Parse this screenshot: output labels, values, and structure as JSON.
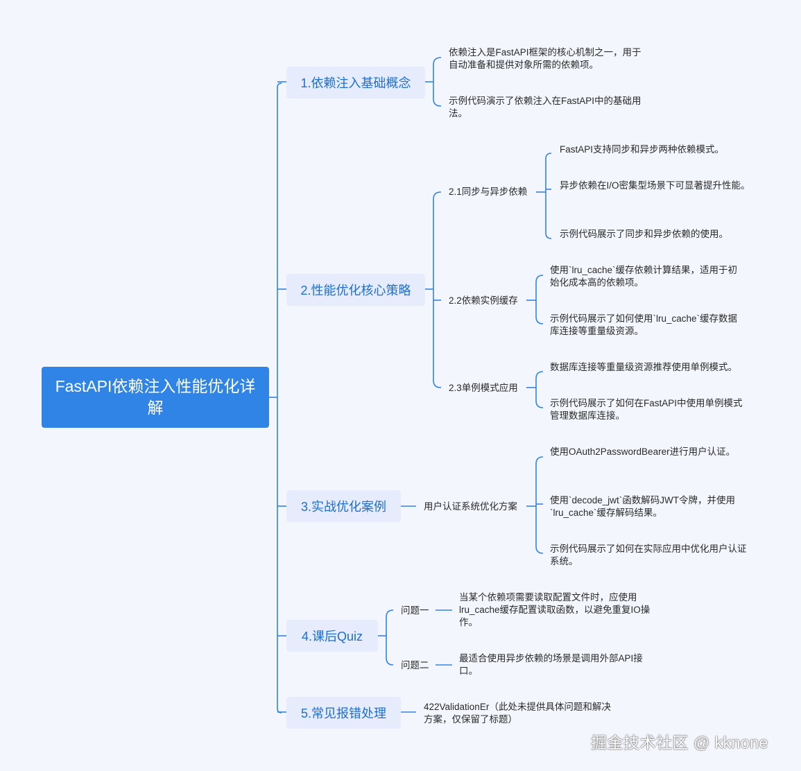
{
  "root": {
    "title": "FastAPI依赖注入性能优化详解"
  },
  "branches": [
    {
      "label": "1.依赖注入基础概念",
      "leaves": [
        "依赖注入是FastAPI框架的核心机制之一，用于自动准备和提供对象所需的依赖项。",
        "示例代码演示了依赖注入在FastAPI中的基础用法。"
      ]
    },
    {
      "label": "2.性能优化核心策略",
      "subs": [
        {
          "label": "2.1同步与异步依赖",
          "leaves": [
            "FastAPI支持同步和异步两种依赖模式。",
            "异步依赖在I/O密集型场景下可显著提升性能。",
            "示例代码展示了同步和异步依赖的使用。"
          ]
        },
        {
          "label": "2.2依赖实例缓存",
          "leaves": [
            "使用`lru_cache`缓存依赖计算结果，适用于初始化成本高的依赖项。",
            "示例代码展示了如何使用`lru_cache`缓存数据库连接等重量级资源。"
          ]
        },
        {
          "label": "2.3单例模式应用",
          "leaves": [
            "数据库连接等重量级资源推荐使用单例模式。",
            "示例代码展示了如何在FastAPI中使用单例模式管理数据库连接。"
          ]
        }
      ]
    },
    {
      "label": "3.实战优化案例",
      "subs": [
        {
          "label": "用户认证系统优化方案",
          "leaves": [
            "使用OAuth2PasswordBearer进行用户认证。",
            "使用`decode_jwt`函数解码JWT令牌，并使用`lru_cache`缓存解码结果。",
            "示例代码展示了如何在实际应用中优化用户认证系统。"
          ]
        }
      ]
    },
    {
      "label": "4.课后Quiz",
      "subs": [
        {
          "label": "问题一",
          "leaves": [
            "当某个依赖项需要读取配置文件时，应使用lru_cache缓存配置读取函数，以避免重复IO操作。"
          ]
        },
        {
          "label": "问题二",
          "leaves": [
            "最适合使用异步依赖的场景是调用外部API接口。"
          ]
        }
      ]
    },
    {
      "label": "5.常见报错处理",
      "leaves": [
        "422ValidationEr（此处未提供具体问题和解决方案，仅保留了标题）"
      ]
    }
  ],
  "watermark": "掘金技术社区 @ kknone",
  "colors": {
    "accent": "#2f84e6",
    "branch_bg": "#e6ecfb",
    "branch_text": "#1c6fd0",
    "line": "#2f84e6",
    "background": "#f4f6fd"
  }
}
